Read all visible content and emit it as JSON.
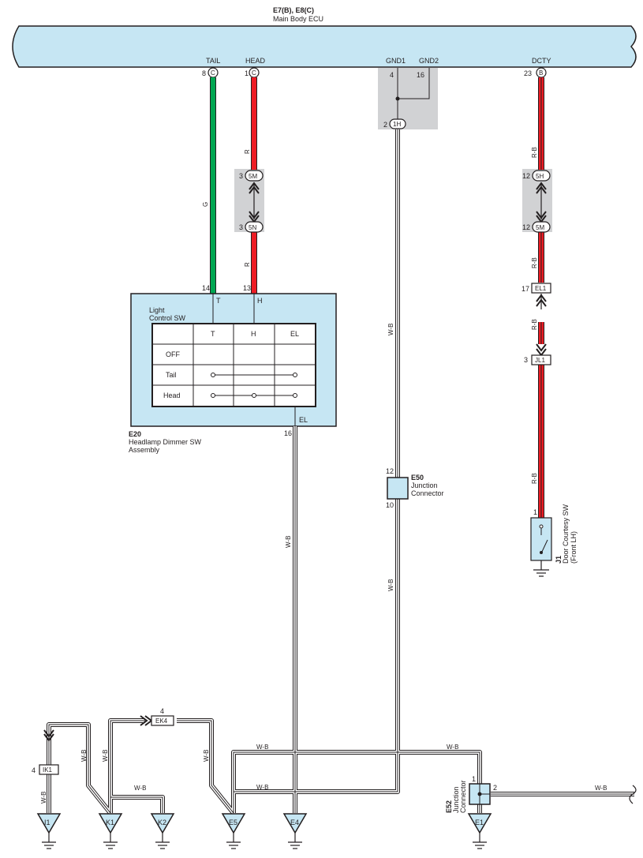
{
  "ecu": {
    "title": "E7(B), E8(C)",
    "name": "Main Body ECU",
    "pins": [
      {
        "num": "8",
        "conn": "C",
        "label": "TAIL"
      },
      {
        "num": "1",
        "conn": "C",
        "label": "HEAD"
      },
      {
        "num": "4",
        "label": "GND1"
      },
      {
        "num": "16",
        "label": "GND2"
      },
      {
        "num": "2",
        "conn": "1H"
      },
      {
        "num": "23",
        "conn": "B",
        "label": "DCTY"
      }
    ]
  },
  "wires": {
    "tail_color": "G",
    "head_color_upper": "R",
    "head_color_lower": "R",
    "dcty_colors": [
      "R-B",
      "R-B",
      "R-B",
      "R-B"
    ],
    "ground_colors": [
      "W-B",
      "W-B",
      "W-B",
      "W-B",
      "W-B",
      "W-B",
      "W-B",
      "W-B",
      "W-B",
      "W-B",
      "W-B"
    ]
  },
  "connectors": {
    "c5M_head": {
      "pin": "3",
      "id": "5M"
    },
    "c5N_head": {
      "pin": "3",
      "id": "5N"
    },
    "c5H_dcty": {
      "pin": "12",
      "id": "5H"
    },
    "c5M_dcty": {
      "pin": "12",
      "id": "5M"
    },
    "EL1": {
      "pin": "17",
      "id": "EL1"
    },
    "JL1": {
      "pin": "3",
      "id": "JL1"
    },
    "IK1": {
      "pin": "4",
      "id": "IK1"
    },
    "EK4": {
      "pin": "4",
      "id": "EK4"
    }
  },
  "switch": {
    "code": "E20",
    "name_line1": "Headlamp Dimmer SW",
    "name_line2": "Assembly",
    "sub_line1": "Light",
    "sub_line2": "Control SW",
    "pin_T": "14",
    "pin_H": "13",
    "pin_EL": "16",
    "term_T": "T",
    "term_H": "H",
    "term_EL": "EL",
    "table": {
      "headers": [
        "T",
        "H",
        "EL"
      ],
      "rows": [
        "OFF",
        "Tail",
        "Head"
      ]
    }
  },
  "junction_e50": {
    "code": "E50",
    "line1": "Junction",
    "line2": "Connector",
    "pin_top": "12",
    "pin_bottom": "10"
  },
  "junction_e52": {
    "code": "E52",
    "line1": "Junction",
    "line2": "Connector",
    "pin_1": "1",
    "pin_2": "2"
  },
  "door_sw": {
    "code": "J1",
    "line1": "Door Courtesy SW",
    "line2": "(Front LH)",
    "pin": "1"
  },
  "grounds": [
    "I1",
    "K1",
    "K2",
    "E5",
    "E4",
    "E1"
  ],
  "colors": {
    "ecu_fill": "#c6e6f3",
    "connector_shade": "#d1d2d4",
    "green": "#00a651",
    "red": "#ed1c24",
    "outline": "#231f20"
  }
}
